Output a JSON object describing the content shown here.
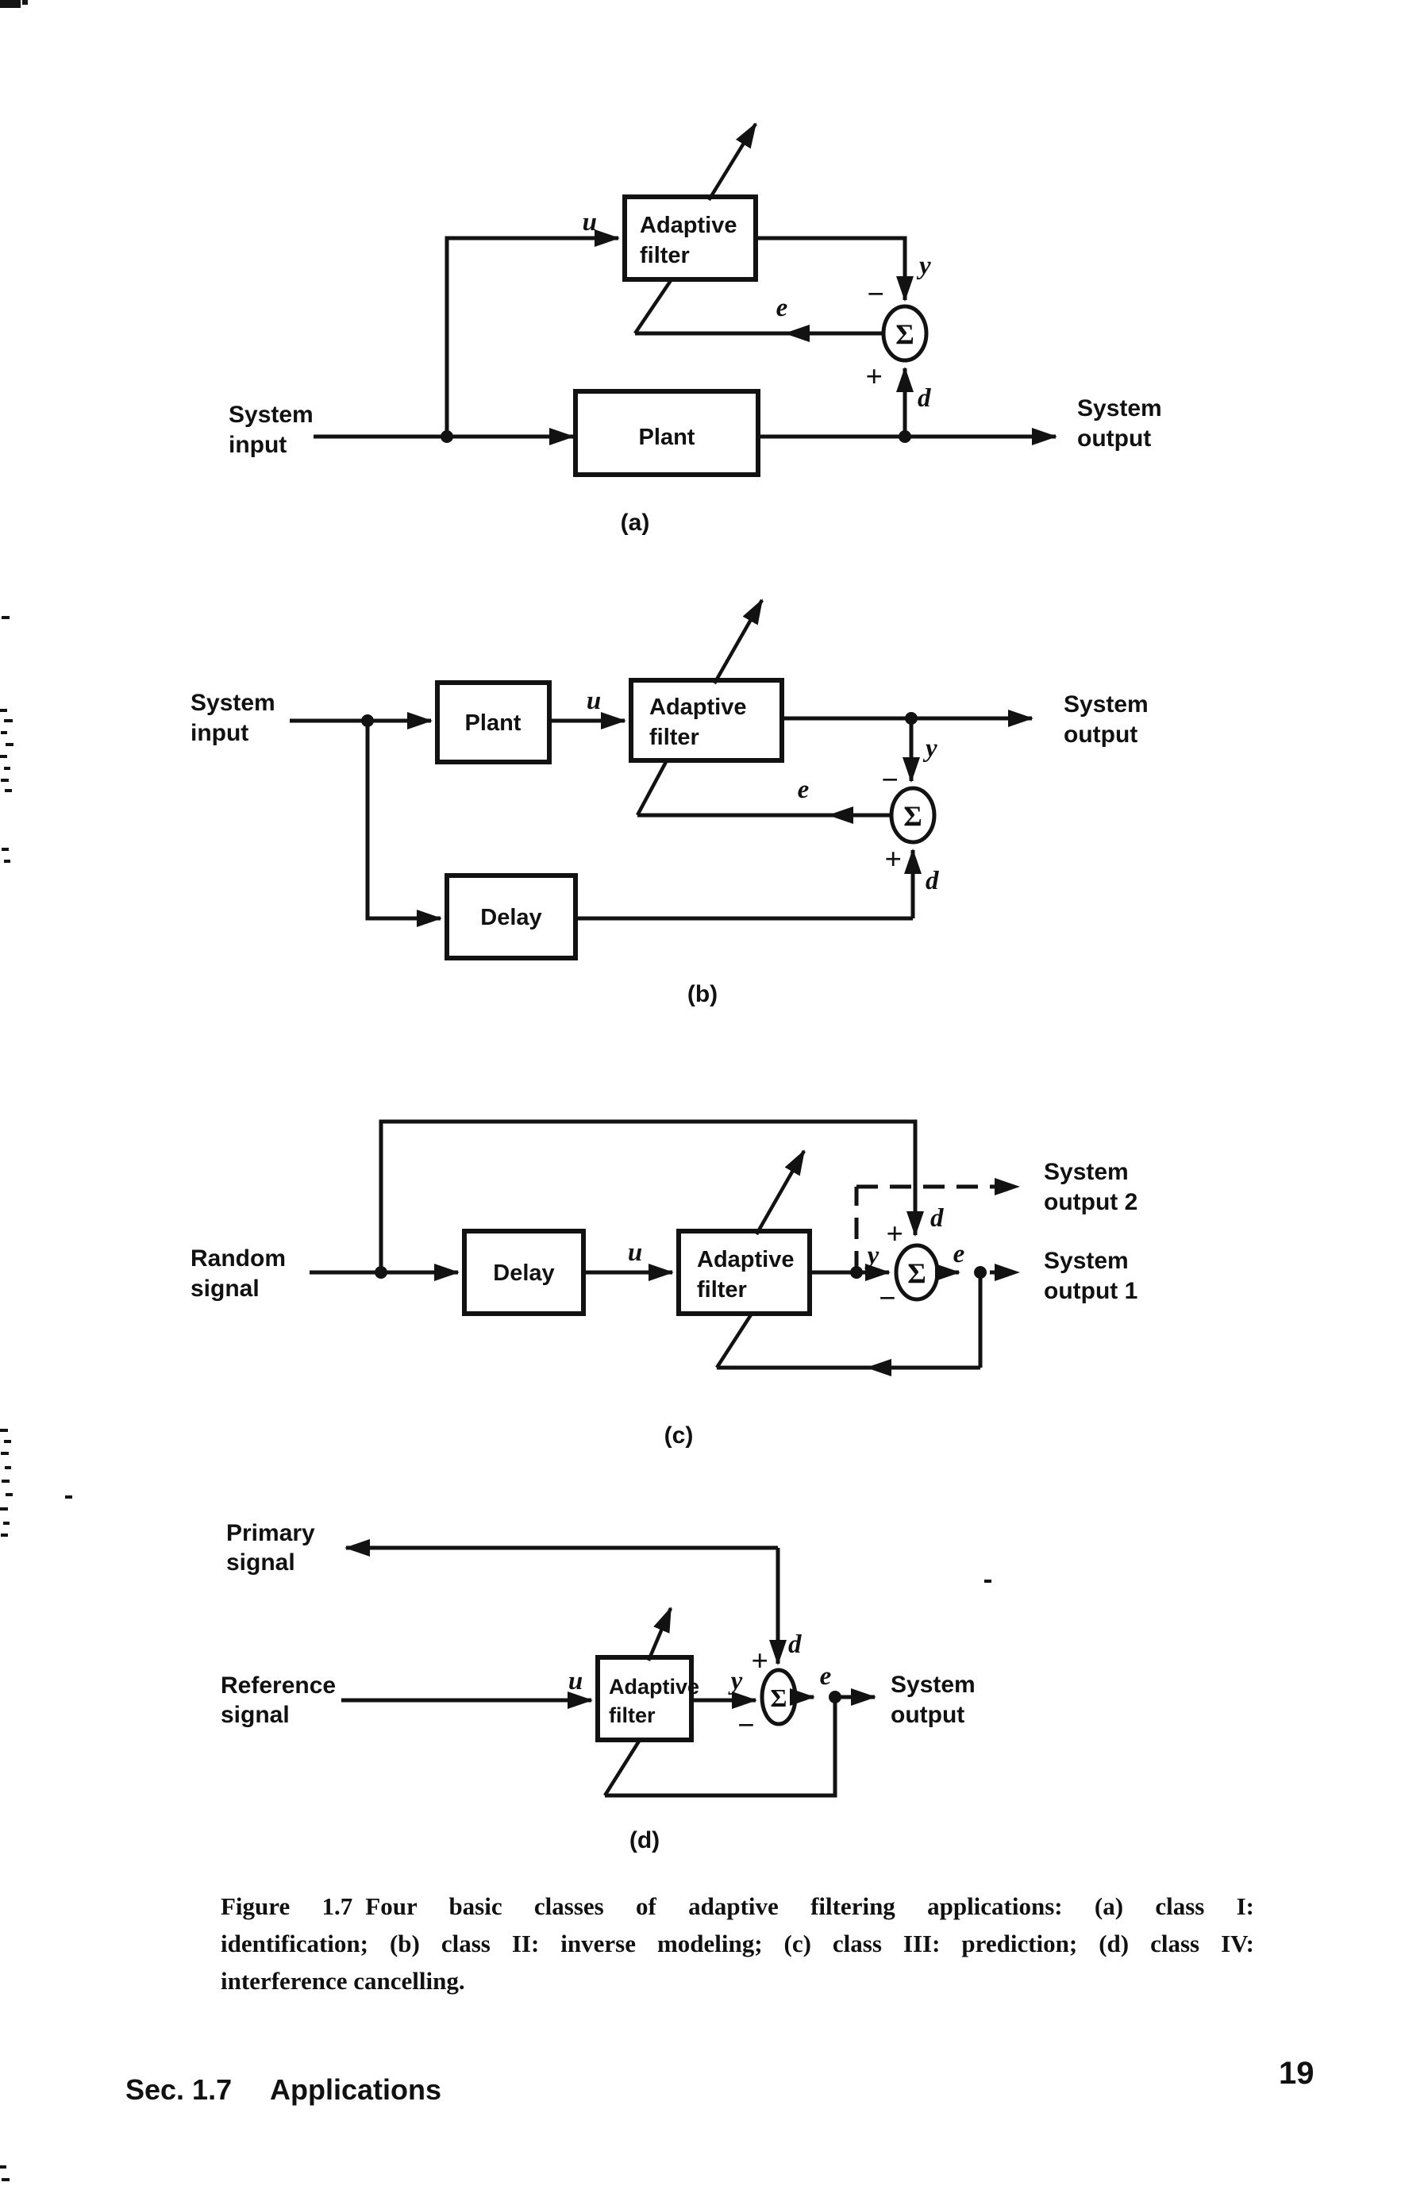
{
  "diag_a": {
    "label": "(a)",
    "source": [
      "System",
      "input"
    ],
    "sink": [
      "System",
      "output"
    ],
    "filter": [
      "Adaptive",
      "filter"
    ],
    "plant": "Plant",
    "u": "u",
    "y": "y",
    "e": "e",
    "d": "d",
    "sum": "Σ",
    "plus": "+",
    "minus": "−"
  },
  "diag_b": {
    "label": "(b)",
    "source": [
      "System",
      "input"
    ],
    "sink": [
      "System",
      "output"
    ],
    "filter": [
      "Adaptive",
      "filter"
    ],
    "plant": "Plant",
    "delay": "Delay",
    "u": "u",
    "y": "y",
    "e": "e",
    "d": "d",
    "sum": "Σ",
    "plus": "+",
    "minus": "−"
  },
  "diag_c": {
    "label": "(c)",
    "source": [
      "Random",
      "signal"
    ],
    "sink2": [
      "System",
      "output 2"
    ],
    "sink1": [
      "System",
      "output 1"
    ],
    "filter": [
      "Adaptive",
      "filter"
    ],
    "delay": "Delay",
    "u": "u",
    "y": "y",
    "e": "e",
    "d": "d",
    "sum": "Σ",
    "plus": "+",
    "minus": "−"
  },
  "diag_d": {
    "label": "(d)",
    "primary": [
      "Primary",
      "signal"
    ],
    "reference": [
      "Reference",
      "signal"
    ],
    "sink": [
      "System",
      "output"
    ],
    "filter": [
      "Adaptive",
      "filter"
    ],
    "u": "u",
    "y": "y",
    "e": "e",
    "d": "d",
    "sum": "Σ",
    "plus": "+",
    "minus": "−"
  },
  "caption": {
    "figure_tag": "Figure 1.7",
    "line1_rest": "Four basic classes of adaptive filtering applications: (a) class I:",
    "line2": "identification; (b) class II: inverse modeling; (c) class III: prediction; (d) class IV:",
    "line3": "interference cancelling."
  },
  "footer": {
    "section": "Sec. 1.7",
    "title": "Applications",
    "page_number": "19"
  }
}
